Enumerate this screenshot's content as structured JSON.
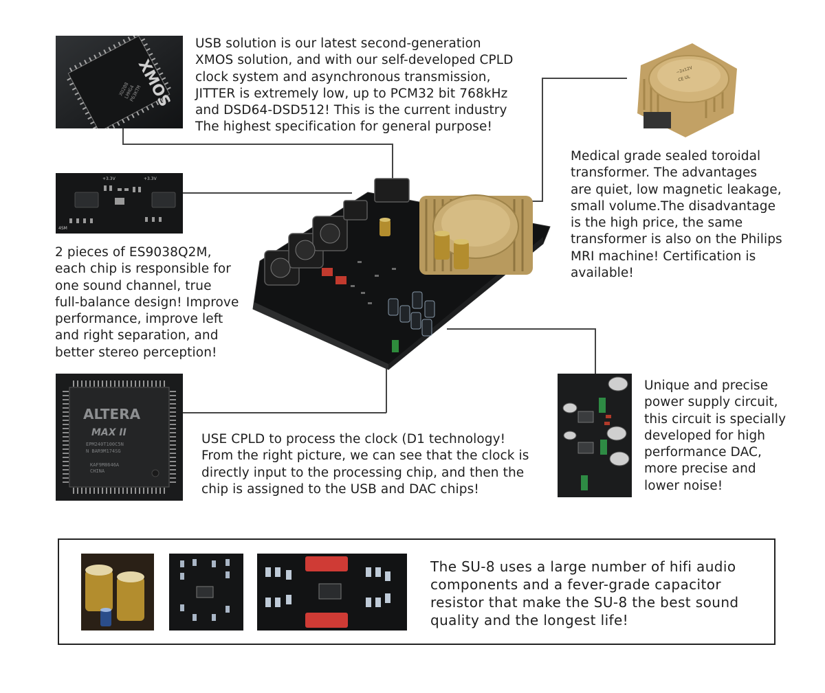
{
  "blocks": {
    "usb": "USB solution is our latest second-generation\nXMOS solution, and with our self-developed CPLD\nclock system and asynchronous transmission,\nJITTER is extremely low, up to PCM32 bit 768kHz\nand DSD64-DSD512! This is the current industry\nThe highest specification for general purpose!",
    "transformer": "Medical grade sealed toroidal\ntransformer. The advantages\nare quiet, low magnetic leakage,\nsmall volume.The disadvantage\nis the high price, the same\ntransformer is also on the Philips\nMRI machine! Certification is\navailable!",
    "dac": "2 pieces of ES9038Q2M,\neach chip is responsible for\none  sound channel, true\nfull-balance design! Improve\nperformance, improve left\nand right separation, and\nbetter stereo perception!",
    "cpld": "USE CPLD to process the clock (D1 technology!\nFrom the right picture, we can see that the clock is\ndirectly input to the processing chip, and then the\nchip is assigned to the USB and DAC chips!",
    "power": "Unique and precise\npower supply circuit,\nthis circuit is specially\ndeveloped for high\nperformance DAC,\nmore precise and\nlower noise!",
    "components": "The SU-8 uses a large number of hifi audio\ncomponents and a fever-grade capacitor\nresistor that make the SU-8 the best sound\nquality and the longest life!"
  },
  "chip_markings": {
    "xmos": "XMOS",
    "altera": "ALTERA",
    "max": "MAX II"
  }
}
